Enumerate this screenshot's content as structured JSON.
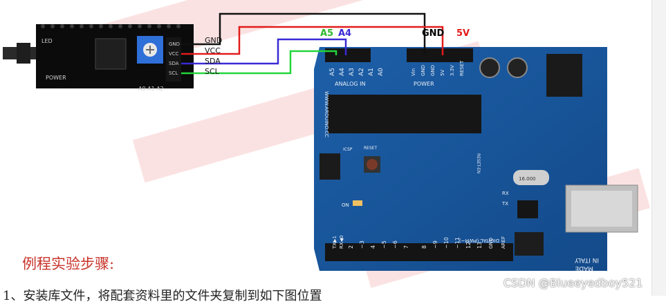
{
  "lcd_module": {
    "labels": {
      "led": "LED",
      "power": "POWER",
      "address": "A0 A1 A2"
    },
    "pins": [
      "GND",
      "VCC",
      "SDA",
      "SCL"
    ],
    "wire_labels": [
      "GND",
      "VCC",
      "SDA",
      "SCL"
    ]
  },
  "connection_labels": {
    "a5": "A5",
    "a4": "A4",
    "gnd": "GND",
    "v5": "5V"
  },
  "arduino": {
    "analog_title": "ANALOG IN",
    "analog_pins": [
      "A5",
      "A4",
      "A3",
      "A2",
      "A1",
      "A0"
    ],
    "power_title": "POWER",
    "power_pins": [
      "Vin",
      "GND",
      "GND",
      "5V",
      "3.3V",
      "RESET"
    ],
    "site": "WWW.ARDUINO.CC",
    "icsp": "ICSP",
    "reset": "RESET",
    "reset_en": "RESET-EN",
    "crystal": "16.000",
    "on_label": "ON",
    "tx": "TX",
    "rx": "RX",
    "digital_title": "DIGITAL (PWM~)",
    "digital_pins": [
      "TX▶1",
      "RX◀0",
      "2",
      "~3",
      "4",
      "~5",
      "~6",
      "7",
      "8",
      "~9",
      "~10",
      "~11",
      "12",
      "13",
      "GND",
      "AREF"
    ],
    "made_in": [
      "MADE",
      "IN ITALY"
    ]
  },
  "wire_colors": {
    "gnd": "#111111",
    "vcc": "#e21b1b",
    "sda": "#3a2ad6",
    "scl": "#22d63a"
  },
  "label_colors": {
    "a5": "#2db82d",
    "a4": "#3a2ad6",
    "gnd": "#000000",
    "v5": "#e21b1b"
  },
  "heading": "例程实验步骤:",
  "step_text": "1、安装库文件，将配套资料里的文件夹复制到如下图位置",
  "watermark": "CSDN @Blueeyedboy521"
}
